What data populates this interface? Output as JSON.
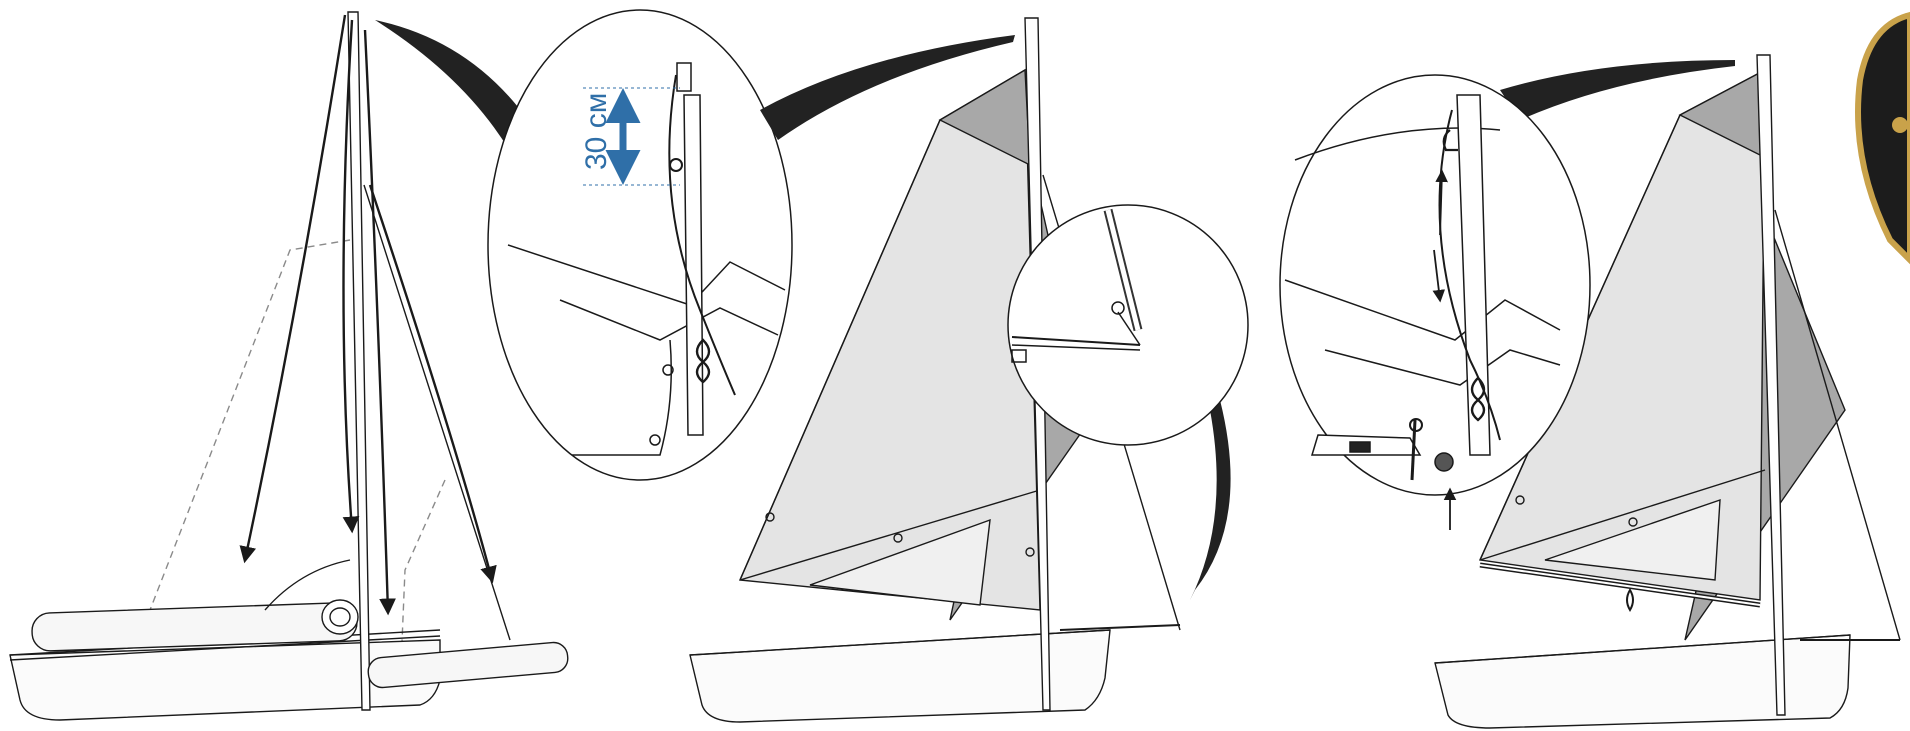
{
  "panels": [
    {
      "id": "lowering",
      "callout": {
        "measurement_label": "30 см"
      }
    },
    {
      "id": "raised",
      "callout": {}
    },
    {
      "id": "rigged",
      "callout": {}
    }
  ],
  "colors": {
    "measurement": "#2f6fa8",
    "line": "#1a1a1a",
    "sail_light": "#e4e4e4",
    "sail_dark": "#a8a8a8",
    "pointer": "#222222",
    "badge_gold": "#c9a24a"
  },
  "icons": [
    "arrow-down-icon",
    "arrow-up-icon",
    "shackle-icon",
    "figure-eight-knot-icon",
    "cleat-icon",
    "sail-roll-icon",
    "boat-hull-icon"
  ]
}
